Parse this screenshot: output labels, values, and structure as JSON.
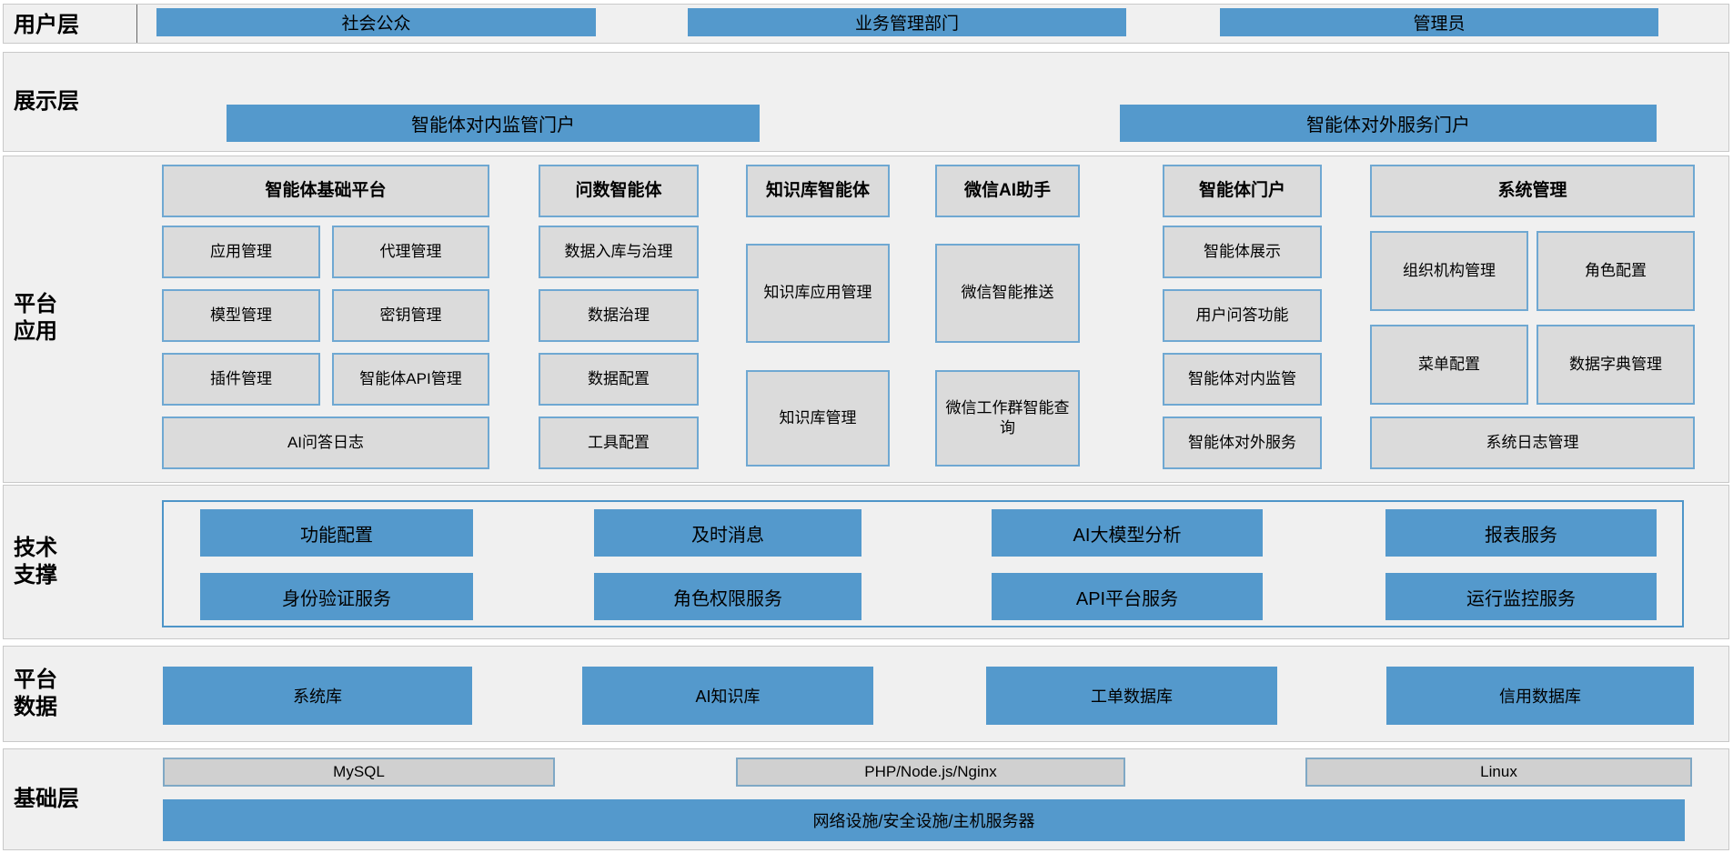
{
  "colors": {
    "accent_blue": "#5499cc",
    "box_gray": "#dbdbdb",
    "box_border_blue": "#6fa8d2",
    "band_gray": "#f0f0f0",
    "frame_blue": "#4e95c8"
  },
  "user_layer": {
    "label": "用户层",
    "items": [
      "社会公众",
      "业务管理部门",
      "管理员"
    ]
  },
  "display_layer": {
    "label": "展示层",
    "items": [
      "智能体对内监管门户",
      "智能体对外服务门户"
    ]
  },
  "platform_app_layer": {
    "label_line1": "平台",
    "label_line2": "应用",
    "columns": [
      {
        "header": "智能体基础平台",
        "items": [
          "应用管理",
          "代理管理",
          "模型管理",
          "密钥管理",
          "插件管理",
          "智能体API管理",
          "AI问答日志"
        ]
      },
      {
        "header": "问数智能体",
        "items": [
          "数据入库与治理",
          "数据治理",
          "数据配置",
          "工具配置"
        ]
      },
      {
        "header": "知识库智能体",
        "items": [
          "知识库应用管理",
          "知识库管理"
        ]
      },
      {
        "header": "微信AI助手",
        "items": [
          "微信智能推送",
          "微信工作群智能查询"
        ]
      },
      {
        "header": "智能体门户",
        "items": [
          "智能体展示",
          "用户问答功能",
          "智能体对内监管",
          "智能体对外服务"
        ]
      },
      {
        "header": "系统管理",
        "items": [
          "组织机构管理",
          "角色配置",
          "菜单配置",
          "数据字典管理",
          "系统日志管理"
        ]
      }
    ]
  },
  "tech_layer": {
    "label_line1": "技术",
    "label_line2": "支撑",
    "row1": [
      "功能配置",
      "及时消息",
      "AI大模型分析",
      "报表服务"
    ],
    "row2": [
      "身份验证服务",
      "角色权限服务",
      "API平台服务",
      "运行监控服务"
    ]
  },
  "data_layer": {
    "label_line1": "平台",
    "label_line2": "数据",
    "items": [
      "系统库",
      "AI知识库",
      "工单数据库",
      "信用数据库"
    ]
  },
  "infra_layer": {
    "label": "基础层",
    "items": [
      "MySQL",
      "PHP/Node.js/Nginx",
      "Linux"
    ],
    "bar": "网络设施/安全设施/主机服务器"
  }
}
